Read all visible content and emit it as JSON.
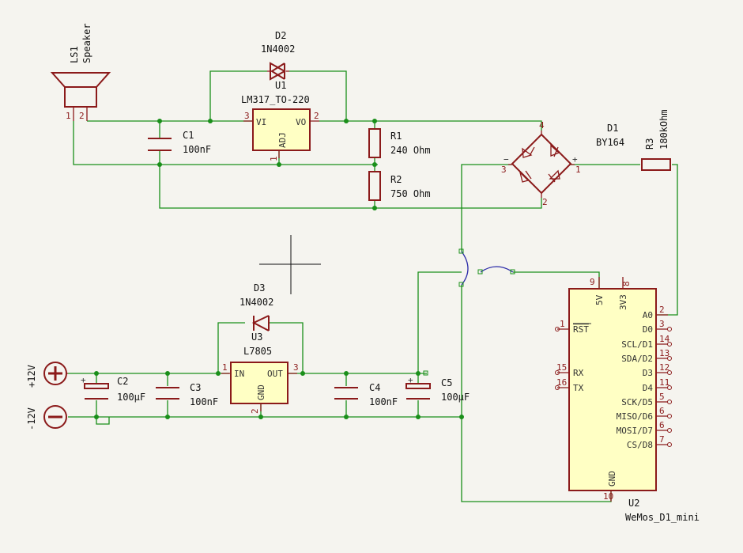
{
  "components": {
    "ls1": {
      "ref": "LS1",
      "value": "Speaker",
      "pin1": "1",
      "pin2": "2"
    },
    "d2": {
      "ref": "D2",
      "value": "1N4002"
    },
    "u1": {
      "ref": "U1",
      "value": "LM317_TO-220",
      "vi": "VI",
      "vo": "VO",
      "adj": "ADJ",
      "pin1": "1",
      "pin2": "2",
      "pin3": "3"
    },
    "c1": {
      "ref": "C1",
      "value": "100nF"
    },
    "r1": {
      "ref": "R1",
      "value": "240 Ohm"
    },
    "r2": {
      "ref": "R2",
      "value": "750 Ohm"
    },
    "d1": {
      "ref": "D1",
      "value": "BY164",
      "pin1": "1",
      "pin2": "2",
      "pin3": "3",
      "pin4": "4",
      "plus": "+",
      "minus": "−"
    },
    "r3": {
      "ref": "R3",
      "value": "180kOhm"
    },
    "d3": {
      "ref": "D3",
      "value": "1N4002"
    },
    "u3": {
      "ref": "U3",
      "value": "L7805",
      "in": "IN",
      "out": "OUT",
      "gnd": "GND",
      "pin1": "1",
      "pin2": "2",
      "pin3": "3"
    },
    "c2": {
      "ref": "C2",
      "value": "100µF"
    },
    "c3": {
      "ref": "C3",
      "value": "100nF"
    },
    "c4": {
      "ref": "C4",
      "value": "100nF"
    },
    "c5": {
      "ref": "C5",
      "value": "100µF"
    },
    "u2": {
      "ref": "U2",
      "value": "WeMos_D1_mini",
      "top_pins": [
        {
          "label": "5V",
          "num": "9"
        },
        {
          "label": "3V3",
          "num": "8"
        }
      ],
      "left_pins": [
        {
          "label": "RST",
          "num": "1"
        },
        {
          "label": "RX",
          "num": "15"
        },
        {
          "label": "TX",
          "num": "16"
        }
      ],
      "right_pins": [
        {
          "label": "A0",
          "num": "2"
        },
        {
          "label": "D0",
          "num": "3"
        },
        {
          "label": "SCL/D1",
          "num": "14"
        },
        {
          "label": "SDA/D2",
          "num": "13"
        },
        {
          "label": "D3",
          "num": "12"
        },
        {
          "label": "D4",
          "num": "11"
        },
        {
          "label": "SCK/D5",
          "num": "5"
        },
        {
          "label": "MISO/D6",
          "num": "6"
        },
        {
          "label": "MOSI/D7",
          "num": "6"
        },
        {
          "label": "CS/D8",
          "num": "7"
        }
      ],
      "gnd_pin": {
        "label": "GND",
        "num": "10"
      }
    }
  },
  "power": {
    "plus_label": "+12V",
    "minus_label": "-12V"
  }
}
